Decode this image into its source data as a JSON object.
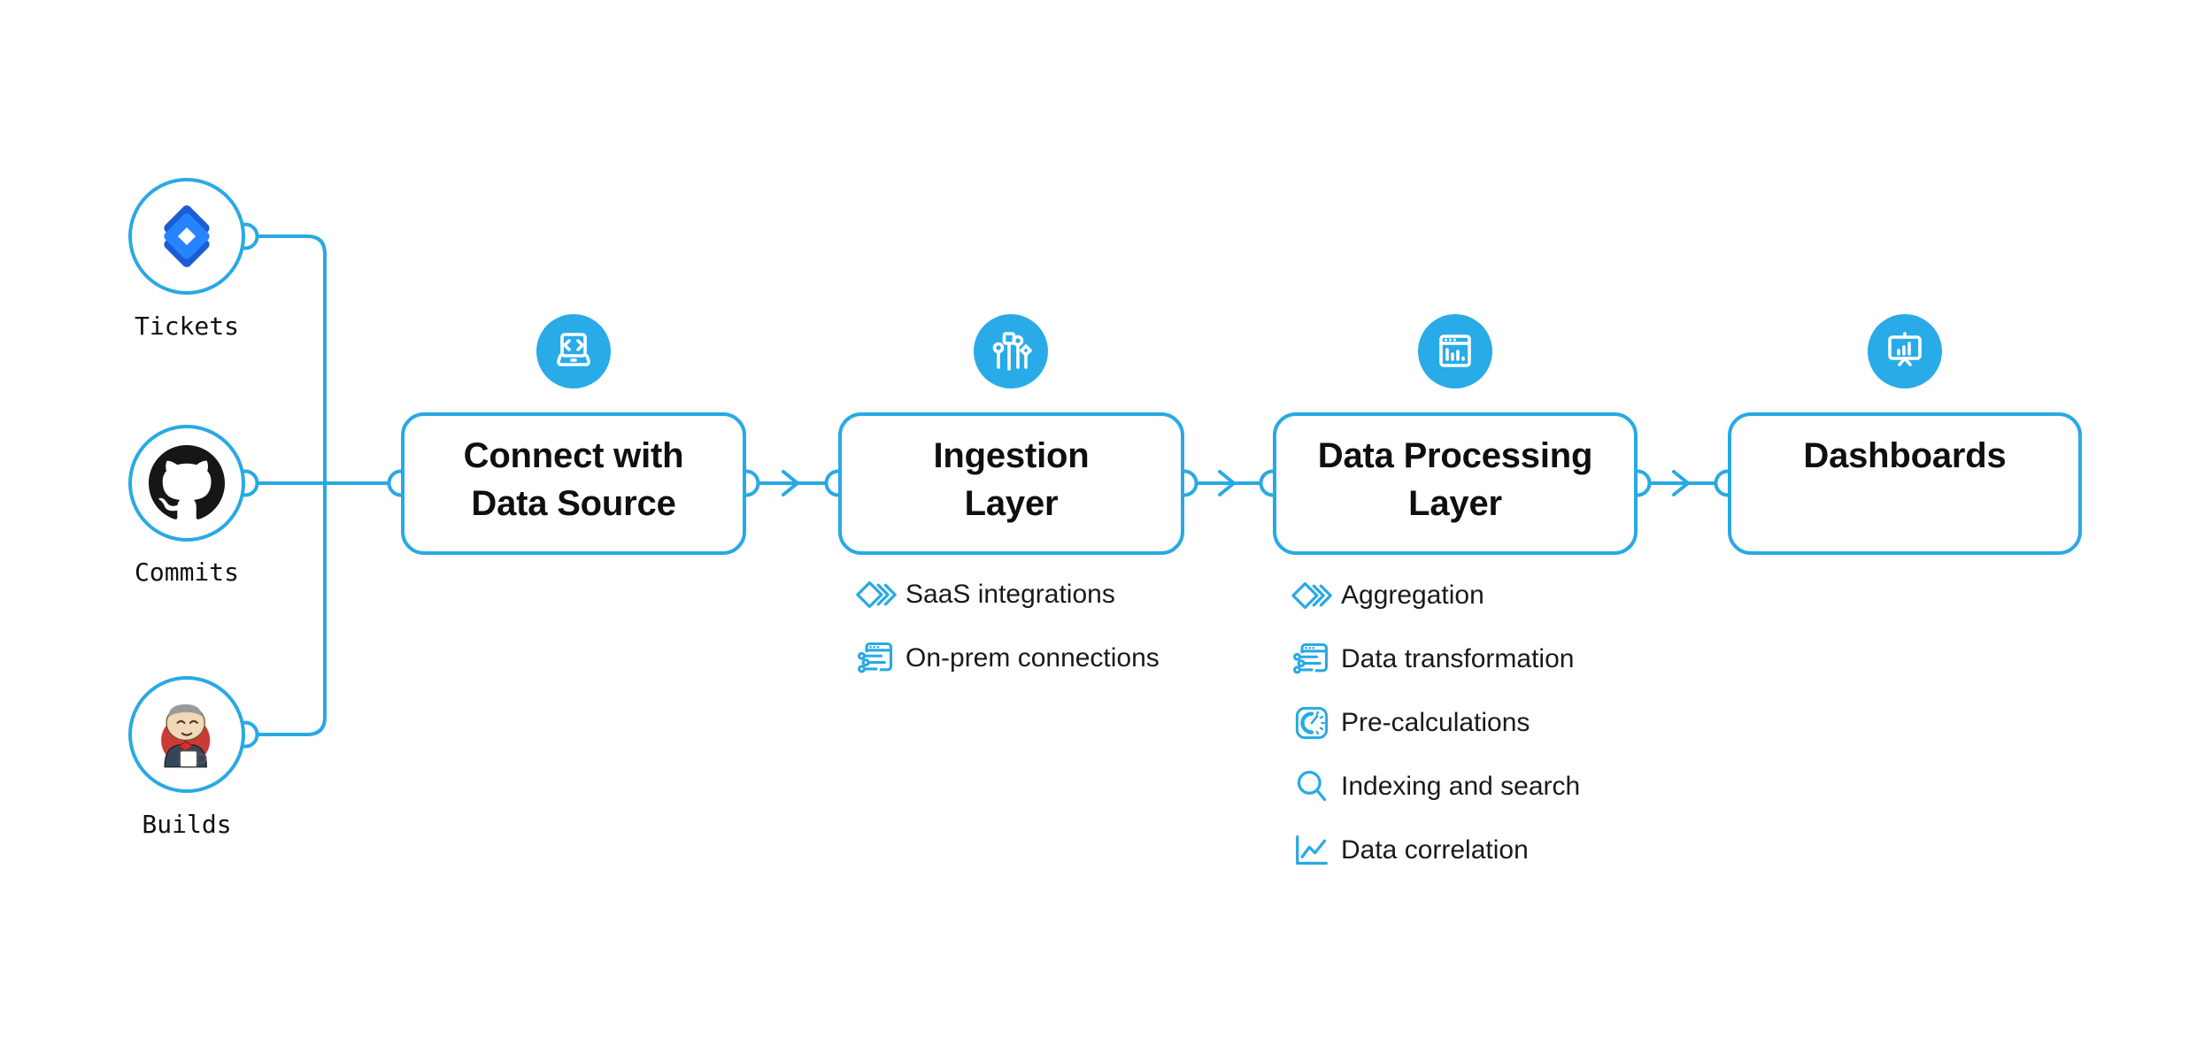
{
  "diagram": {
    "background": "#ffffff",
    "accent_color": "#29A9E4",
    "text_color": "#121212",
    "sources": [
      {
        "label": "Tickets",
        "icon": "jira-logo",
        "brand_color": "#2684FF"
      },
      {
        "label": "Commits",
        "icon": "github-logo",
        "brand_color": "#171515"
      },
      {
        "label": "Builds",
        "icon": "jenkins-logo",
        "brand_color": "#D33833"
      }
    ],
    "stages": [
      {
        "title_lines": [
          "Connect with",
          "Data Source"
        ],
        "icon": "laptop-code-icon",
        "items": []
      },
      {
        "title_lines": [
          "Ingestion",
          "Layer"
        ],
        "icon": "ingestion-circuit-icon",
        "items": [
          {
            "icon": "stacked-diamonds-icon",
            "label": "SaaS integrations"
          },
          {
            "icon": "window-connections-icon",
            "label": "On-prem connections"
          }
        ]
      },
      {
        "title_lines": [
          "Data Processing",
          "Layer"
        ],
        "icon": "window-chart-icon",
        "items": [
          {
            "icon": "stacked-diamonds-icon",
            "label": "Aggregation"
          },
          {
            "icon": "window-sliders-icon",
            "label": "Data transformation"
          },
          {
            "icon": "gauge-icon",
            "label": "Pre-calculations"
          },
          {
            "icon": "magnifier-icon",
            "label": "Indexing and search"
          },
          {
            "icon": "line-chart-icon",
            "label": "Data correlation"
          }
        ]
      },
      {
        "title_lines": [
          "Dashboards"
        ],
        "icon": "presentation-chart-icon",
        "items": []
      }
    ]
  }
}
